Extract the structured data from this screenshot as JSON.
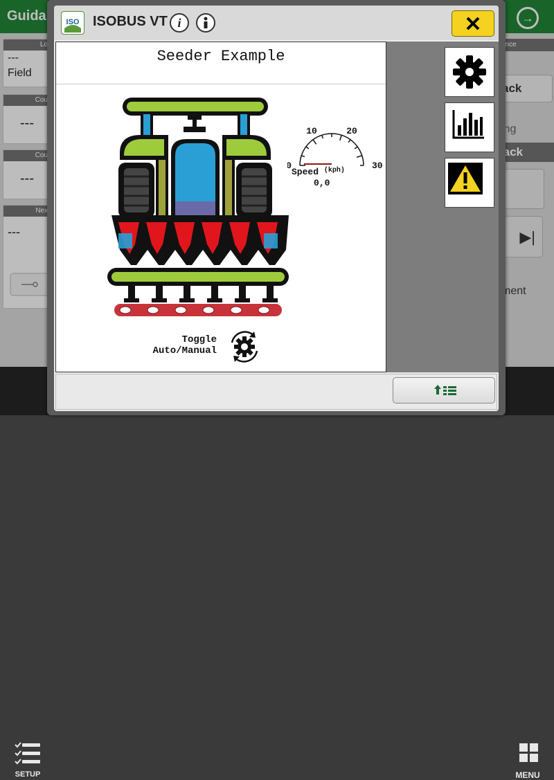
{
  "background": {
    "app_title": "Guida",
    "panels": [
      {
        "header": "Lo",
        "value_line1": "---",
        "value_line2": "Field"
      },
      {
        "header": "Cou",
        "value": "---"
      },
      {
        "header": "Cou",
        "value": "---"
      },
      {
        "header": "Nex",
        "value": "---"
      }
    ],
    "right_header": "ance",
    "track_button": "ack",
    "ing_text": "ing",
    "rack_header": "rack",
    "ment_text": "ment",
    "setup_label": "SETUP",
    "menu_label": "MENU"
  },
  "dialog": {
    "logo_text": "ISO",
    "title": "ISOBUS VT",
    "close_icon": "close-x-icon",
    "colors": {
      "close_button": "#f4d21f",
      "titlebar": "#d9d9d9"
    }
  },
  "mask": {
    "title": "Seeder Example",
    "gauge": {
      "min": 0,
      "max": 30,
      "tick_labels": [
        "0",
        "10",
        "20",
        "30"
      ],
      "value": 0,
      "label": "Speed",
      "unit": "(kph)",
      "value_text": "0,0"
    },
    "toggle_label_line1": "Toggle",
    "toggle_label_line2": "Auto/Manual"
  },
  "softkeys": [
    {
      "icon": "gear-icon"
    },
    {
      "icon": "bar-chart-icon"
    },
    {
      "icon": "warning-icon"
    }
  ],
  "bottom": {
    "page_button_icon": "page-nav-icon"
  }
}
